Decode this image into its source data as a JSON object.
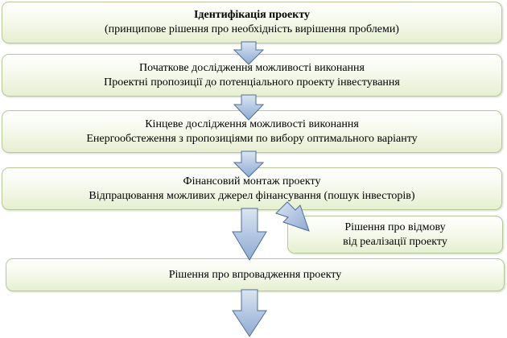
{
  "diagram": {
    "stages": [
      {
        "id": "identification",
        "lines": [
          "Ідентифікація проекту",
          "(принципове рішення про необхідність вирішення проблеми)"
        ]
      },
      {
        "id": "initial-study",
        "lines": [
          "Початкове дослідження можливості виконання",
          "Проектні пропозиції до потенціального проекту інвестування"
        ]
      },
      {
        "id": "final-study",
        "lines": [
          "Кінцеве дослідження можливості виконання",
          "Енергообстеження з пропозиціями по вибору оптимального варіанту"
        ]
      },
      {
        "id": "financing",
        "lines": [
          "Фінансовий монтаж проекту",
          "Відпрацювання можливих джерел фінансування (пошук інвесторів)"
        ]
      }
    ],
    "refusal": {
      "lines": [
        "Рішення про відмову",
        "від реалізації проекту"
      ]
    },
    "implementation": {
      "lines": [
        "Рішення про впровадження проекту"
      ]
    },
    "colors": {
      "box_border": "#b7c99a",
      "box_fill_top": "#ffffff",
      "box_fill_bottom": "#e6efd1",
      "arrow_fill_top": "#dbe5f1",
      "arrow_fill_bottom": "#8eaad3",
      "arrow_stroke": "#4f6e9a"
    }
  }
}
